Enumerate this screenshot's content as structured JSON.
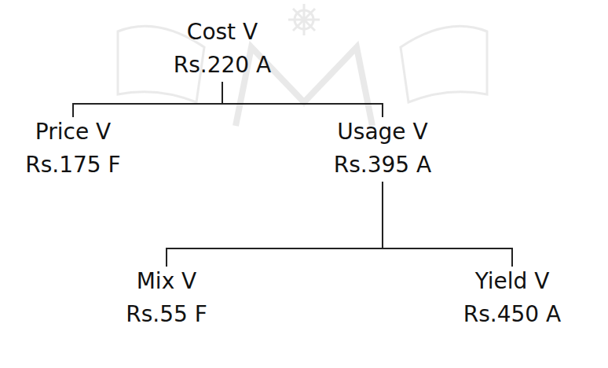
{
  "diagram": {
    "nodes": [
      {
        "text": [
          "Cost V",
          "Rs.220 A"
        ]
      },
      {
        "text": [
          "Price V",
          "Rs.175 F"
        ]
      },
      {
        "text": [
          "Usage V",
          "Rs.395 A"
        ]
      },
      {
        "text": [
          "Mix V",
          "Rs.55 F"
        ]
      },
      {
        "text": [
          "Yield V",
          "Rs.450 A"
        ]
      }
    ],
    "edges": [
      {
        "from": 0,
        "to": 1,
        "arrow": "none"
      },
      {
        "from": 0,
        "to": 2,
        "arrow": "none"
      },
      {
        "from": 2,
        "to": 3,
        "arrow": "none"
      },
      {
        "from": 2,
        "to": 4,
        "arrow": "none"
      }
    ]
  }
}
